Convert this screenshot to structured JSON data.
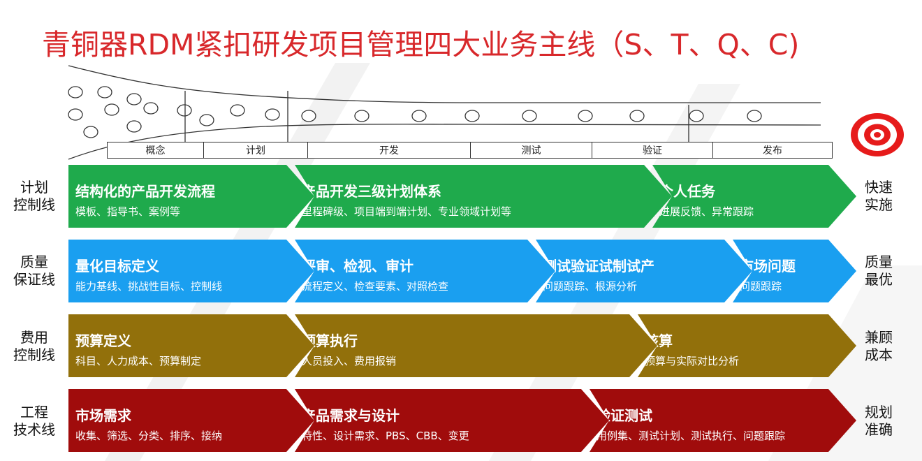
{
  "title": "青铜器RDM紧扣研发项目管理四大业务主线（S、T、Q、C)",
  "stages": [
    "概念",
    "计划",
    "开发",
    "测试",
    "验证",
    "发布"
  ],
  "colors": {
    "title": "#d8282b",
    "plan": "#1faa4c",
    "quality": "#1a9ff0",
    "cost": "#92700b",
    "engineering": "#a00c0c",
    "marker": "#e61b1b",
    "target": "#e61b1b"
  },
  "lines": [
    {
      "label": "计划\n控制线",
      "result": "快速\n实施",
      "segments": [
        {
          "heading": "结构化的产品开发流程",
          "sub": "模板、指导书、案例等"
        },
        {
          "heading": "产品开发三级计划体系",
          "sub": "里程碑级、项目端到端计划、专业领域计划等"
        },
        {
          "heading": "个人任务",
          "sub": "进展反馈、异常跟踪"
        }
      ]
    },
    {
      "label": "质量\n保证线",
      "result": "质量\n最优",
      "segments": [
        {
          "heading": "量化目标定义",
          "sub": "能力基线、挑战性目标、控制线"
        },
        {
          "heading": "评审、检视、审计",
          "sub": "流程定义、检查要素、对照检查"
        },
        {
          "heading": "测试验证试制试产",
          "sub": "问题跟踪、根源分析"
        },
        {
          "heading": "市场问题",
          "sub": "问题跟踪"
        }
      ]
    },
    {
      "label": "费用\n控制线",
      "result": "兼顾\n成本",
      "segments": [
        {
          "heading": "预算定义",
          "sub": "科目、人力成本、预算制定"
        },
        {
          "heading": "预算执行",
          "sub": "人员投入、费用报销"
        },
        {
          "heading": "核算",
          "sub": "预算与实际对比分析"
        }
      ]
    },
    {
      "label": "工程\n技术线",
      "result": "规划\n准确",
      "segments": [
        {
          "heading": "市场需求",
          "sub": "收集、筛选、分类、排序、接纳"
        },
        {
          "heading": "产品需求与设计",
          "sub": "特性、设计需求、PBS、CBB、变更"
        },
        {
          "heading": "验证测试",
          "sub": "用例集、测试计划、测试执行、问题跟踪"
        }
      ]
    }
  ]
}
